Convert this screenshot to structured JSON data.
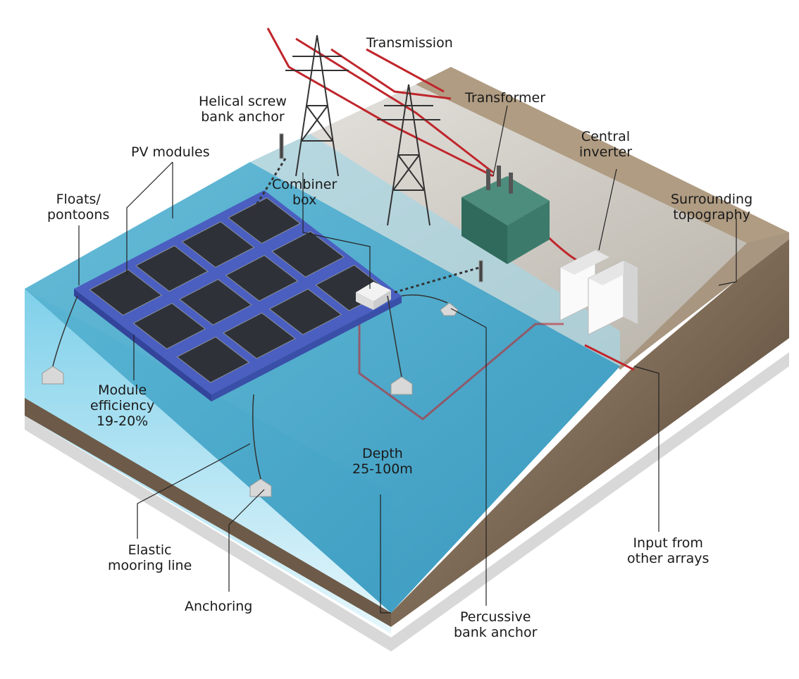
{
  "labels": {
    "transmission": "Transmission",
    "transformer": "Transformer",
    "helical_anchor": "Helical screw\nbank anchor",
    "central_inverter": "Central\ninverter",
    "pv_modules": "PV modules",
    "combiner_box": "Combiner\nbox",
    "surrounding_topography": "Surrounding\ntopography",
    "floats_pontoons": "Floats/\npontoons",
    "module_efficiency": "Module\nefficiency\n19-20%",
    "depth": "Depth\n25-100m",
    "elastic_mooring": "Elastic\nmooring line",
    "input_other_arrays": "Input from\nother arrays",
    "anchoring": "Anchoring",
    "percussive_anchor": "Percussive\nbank anchor"
  },
  "colors": {
    "water": "#3fa6c8",
    "ground": "#c9c4bb",
    "soil": "#a08e78",
    "float": "#4a5fc0",
    "panel": "#2e3238",
    "cable": "#c0262c",
    "transformer": "#3c7a6c"
  }
}
